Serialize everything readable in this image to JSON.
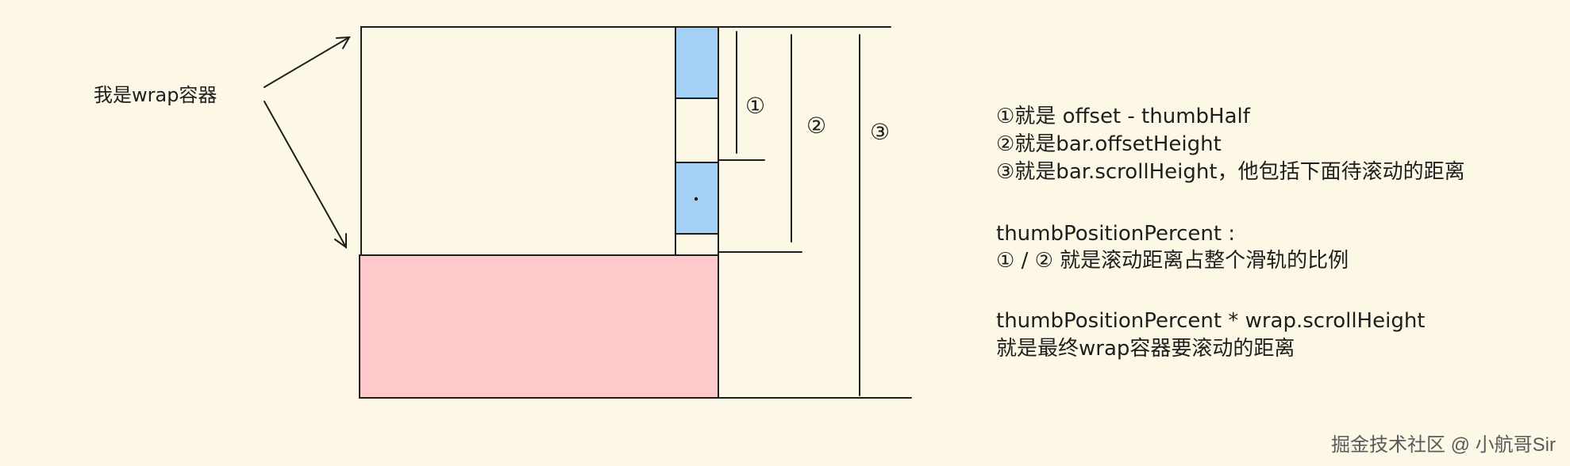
{
  "labels": {
    "wrap": "我是wrap容器",
    "circle1": "①",
    "circle2": "②",
    "circle3": "③"
  },
  "notes": {
    "line1": "①就是 offset - thumbHalf",
    "line2": "②就是bar.offsetHeight",
    "line3": "③就是bar.scrollHeight，他包括下面待滚动的距离",
    "line4": "thumbPositionPercent :",
    "line5": "① / ② 就是滚动距离占整个滑轨的比例",
    "line6": "thumbPositionPercent * wrap.scrollHeight",
    "line7": "就是最终wrap容器要滚动的距离"
  },
  "watermark": "掘金技术社区 @ 小航哥Sir",
  "colors": {
    "thumb": "#a5d0f5",
    "hidden_content": "#ffc9c9",
    "stroke": "#1e1e1e",
    "background": "#fdf8e6"
  }
}
